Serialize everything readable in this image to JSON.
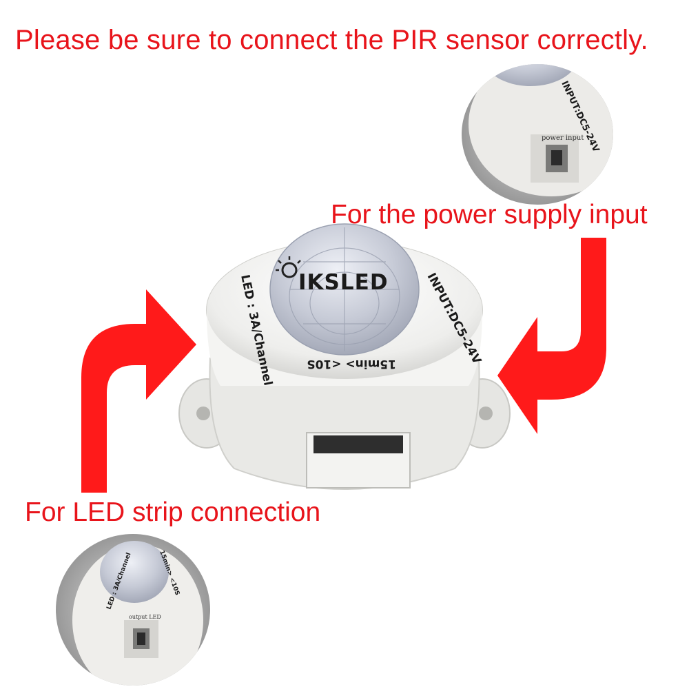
{
  "headline": "Please be sure to connect the PIR sensor correctly.",
  "power_caption": "For the power supply input",
  "led_caption": "For LED strip connection",
  "brand": "IKSLED",
  "device_labels": {
    "input_rating": "INPUT:DC5-24V",
    "led_rating": "LED : 3A/Channel",
    "timer": "15min> <10S",
    "power_input_port": "power input",
    "output_led_port": "output LED"
  },
  "colors": {
    "caption_red": "#e8141b",
    "arrow_red": "#ff1a1a",
    "device_white": "#f2f2f0",
    "lens": "#c9cdd8"
  }
}
